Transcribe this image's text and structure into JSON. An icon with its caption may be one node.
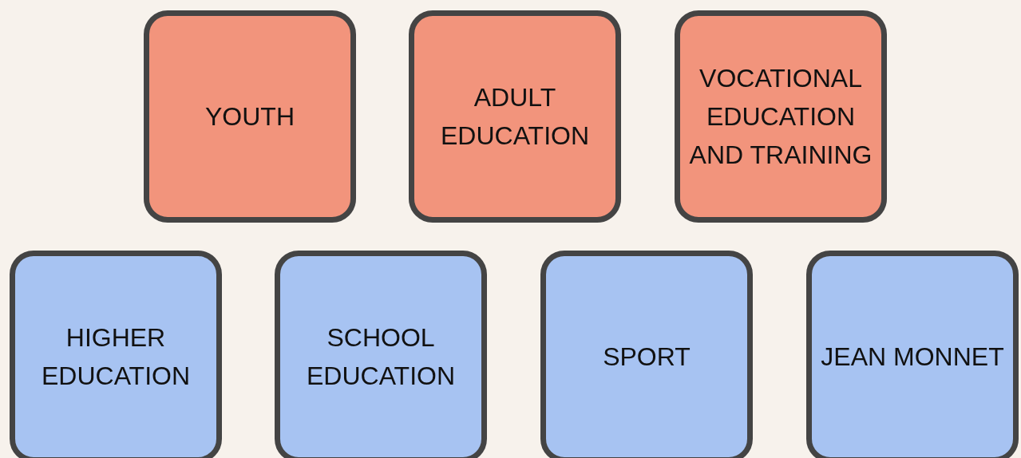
{
  "diagram": {
    "nodes": [
      {
        "text": [
          "YOUTH"
        ]
      },
      {
        "text": [
          "ADULT EDUCATION"
        ]
      },
      {
        "text": [
          "VOCATIONAL EDUCATION AND TRAINING"
        ]
      },
      {
        "text": [
          "HIGHER EDUCATION"
        ]
      },
      {
        "text": [
          "SCHOOL EDUCATION"
        ]
      },
      {
        "text": [
          "SPORT"
        ]
      },
      {
        "text": [
          "JEAN MONNET"
        ]
      }
    ],
    "edges": []
  }
}
